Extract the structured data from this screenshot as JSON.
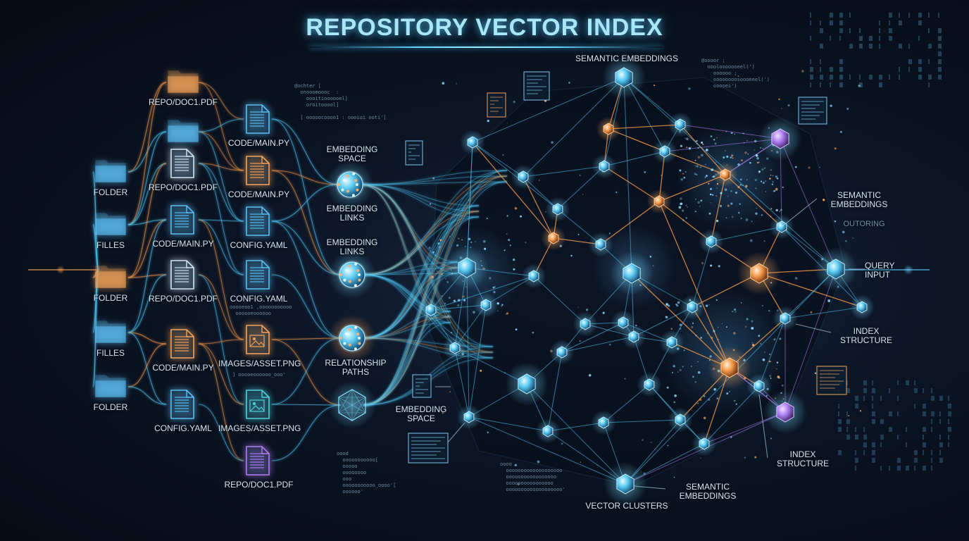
{
  "title": "REPOSITORY VECTOR INDEX",
  "folders": [
    {
      "label": "FOLDER",
      "color": "#5bbcf0"
    },
    {
      "label": "FILLES",
      "color": "#5bbcf0"
    },
    {
      "label": "FOLDER",
      "color": "#f0a25a"
    },
    {
      "label": "FILLES",
      "color": "#5bbcf0"
    },
    {
      "label": "FOLDER",
      "color": "#5bbcf0"
    }
  ],
  "files_col1": [
    {
      "label": "REPO/DOC1.PDF",
      "kind": "folder",
      "color": "#f0a25a"
    },
    {
      "label": "",
      "kind": "folder",
      "color": "#5bbcf0"
    },
    {
      "label": "REPO/DOC1.PDF",
      "kind": "doc",
      "color": "#cfe4f4"
    },
    {
      "label": "CODE/MAIN.PY",
      "kind": "doc",
      "color": "#5bbcf0"
    },
    {
      "label": "REPO/DOC1.PDF",
      "kind": "doc",
      "color": "#cfe4f4"
    },
    {
      "label": "CODE/MAIN.PY",
      "kind": "doc",
      "color": "#f0a25a"
    },
    {
      "label": "CONFIG.YAML",
      "kind": "doc",
      "color": "#5bbcf0"
    }
  ],
  "files_col2": [
    {
      "label": "CODE/MAIN.PY",
      "kind": "doc",
      "color": "#5bbcf0"
    },
    {
      "label": "CODE/MAIN.PY",
      "kind": "doc",
      "color": "#f0a25a"
    },
    {
      "label": "CONFIG.YAML",
      "kind": "doc",
      "color": "#5bbcf0"
    },
    {
      "label": "CONFIG.YAML",
      "kind": "doc",
      "color": "#5bbcf0"
    },
    {
      "label": "IMAGES/ASSET.PNG",
      "kind": "image",
      "color": "#f0a25a"
    },
    {
      "label": "IMAGES/ASSET.PNG",
      "kind": "image",
      "color": "#4fd0d8"
    },
    {
      "label": "REPO/DOC1.PDF",
      "kind": "doc",
      "color": "#b07ef0"
    }
  ],
  "hub_labels": {
    "hub1_top": "EMBEDDING\nSPACE",
    "hub1_bottom": "EMBEDDING\nLINKS",
    "hub2_top": "EMBEDDING\nLINKS",
    "hub3": "RELATIONSHIP\nPATHS"
  },
  "network_labels": {
    "semantic_top": "SEMANTIC EMBEDDINGS",
    "semantic_right": "SEMANTIC\nEMBEDDINGS",
    "outoring": "OUTORING",
    "query_input": "QUERY\nINPUT",
    "index_structure_1": "INDEX\nSTRUCTURE",
    "index_structure_2": "INDEX\nSTRUCTURE",
    "semantic_bottom": "SEMANTIC\nEMBEDDINGS",
    "vector_clusters": "VECTOR CLUSTERS",
    "embedding_space": "EMBEDDING\nSPACE"
  },
  "code_snippets": {
    "snip_a": "@ochter [\n  onooomoooc  :\n    oooitioooooel]\n    oroitooool]\n\n  [ ooooocoooo1 : oooioi ooti']",
    "snip_b": "@oooor ;\n  ooolooooooeel(')\n    oooooo ;\n    oooooooosoooeeel(')\n    ooooei')",
    "snip_c": "ooooeoo1 ,ooooooooooo\n  oooooeoooooo",
    "snip_d": "] ooooeoooooo_ooo'\n",
    "snip_e": "oood\n  ooooooooooo[\n  ooooo\n  oooooooo\n  ooo\n  ooooooooooo_oooo'[\n  oooooo'",
    "snip_f": "oooo\n  ooooooooooooooooooo\n  ooooooooooooooooo\n  oooooooooooooooo\n  ooooooooooooooooooo'"
  },
  "colors": {
    "cyan": "#4fc8f5",
    "orange": "#f59a4a",
    "purple": "#b07ef0",
    "node_cyan": "#7fe0ff",
    "node_orange": "#ffb070"
  }
}
